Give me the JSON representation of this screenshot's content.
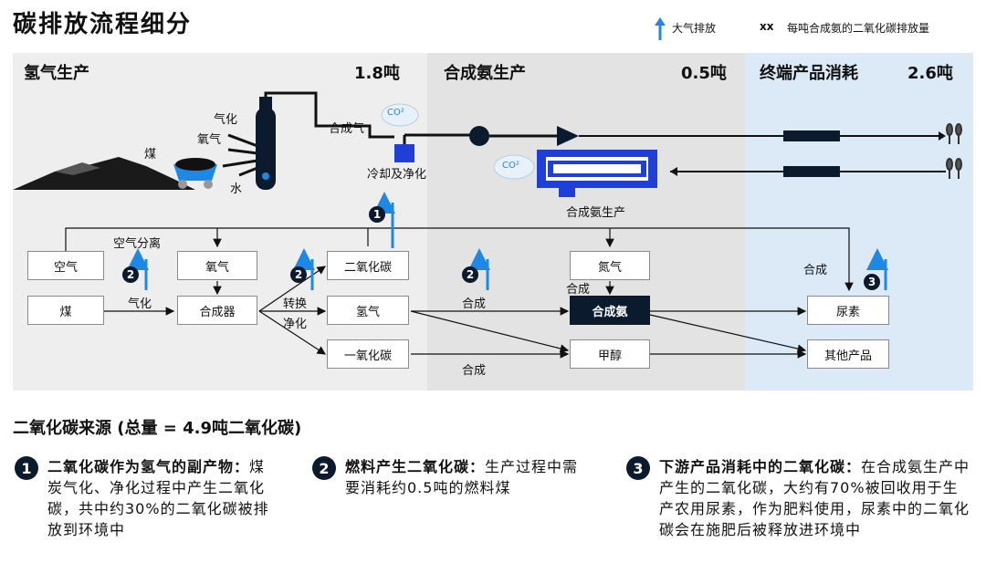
{
  "title": "碳排放流程细分",
  "legend": {
    "arrow_label": "大气排放",
    "xx_symbol": "xx",
    "xx_label": "每吨合成氨的二氧化碳排放量"
  },
  "zones": [
    {
      "title": "氢气生产",
      "amount": "1.8吨",
      "color": "#eeeeee"
    },
    {
      "title": "合成氨生产",
      "amount": "0.5吨",
      "color": "#e3e3e3"
    },
    {
      "title": "终端产品消耗",
      "amount": "2.6吨",
      "color": "#dce9f7"
    }
  ],
  "illustration": {
    "coal": "煤",
    "gasification": "气化",
    "oxygen": "氧气",
    "water": "水",
    "syngas": "合成气",
    "co2_bubble": "CO²",
    "cooling": "冷却及净化",
    "ammonia_plant": "合成氨生产"
  },
  "flow": {
    "boxes": {
      "air": "空气",
      "coal": "煤",
      "oxygen": "氧气",
      "reactor": "合成器",
      "co2": "二氧化碳",
      "hydrogen": "氢气",
      "co": "一氧化碳",
      "nitrogen": "氮气",
      "ammonia": "合成氨",
      "methanol": "甲醇",
      "urea": "尿素",
      "other": "其他产品"
    },
    "labels": {
      "air_separation": "空气分离",
      "gasify": "气化",
      "shift": "转换",
      "purify": "净化",
      "synth1": "合成",
      "synth2": "合成",
      "synth3": "合成",
      "synth4": "合成"
    },
    "badges": {
      "b1": "1",
      "b2a": "2",
      "b2b": "2",
      "b2c": "2",
      "b3": "3"
    }
  },
  "sources": {
    "title": "二氧化碳来源 (总量 = 4.9吨二氧化碳)",
    "items": [
      {
        "num": "1",
        "bold": "二氧化碳作为氢气的副产物：",
        "text": "煤炭气化、净化过程中产生二氧化碳，共中约30%的二氧化碳被排放到环境中"
      },
      {
        "num": "2",
        "bold": "燃料产生二氧化碳：",
        "text": "生产过程中需要消耗约0.5吨的燃料煤"
      },
      {
        "num": "3",
        "bold": "下游产品消耗中的二氧化碳：",
        "text": "在合成氨生产中产生的二氧化碳，大约有70%被回收用于生产农用尿素，作为肥料使用，尿素中的二氧化碳会在施肥后被释放进环境中"
      }
    ]
  },
  "colors": {
    "accent": "#1e88e5",
    "dark": "#0c1a2e",
    "plant_blue": "#1f3fd6"
  }
}
